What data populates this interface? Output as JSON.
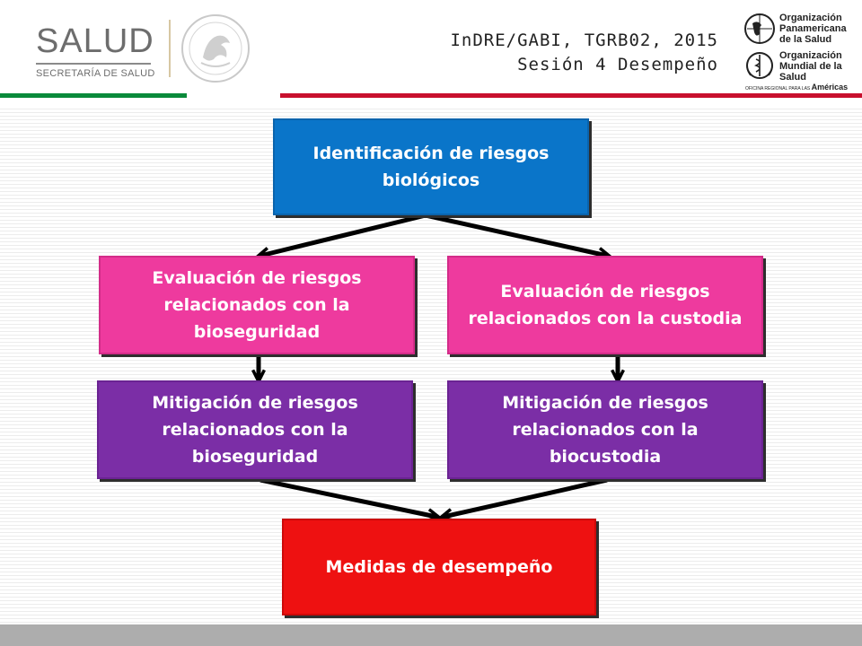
{
  "header": {
    "salud_word": "SALUD",
    "salud_sub": "SECRETARÍA DE SALUD",
    "line1": "InDRE/GABI, TGRB02, 2015",
    "line2": "Sesión 4 Desempeño",
    "ops_name": "Organización Panamericana de la Salud",
    "oms_name": "Organización Mundial de la Salud",
    "oms_regional": "OFICINA REGIONAL PARA LAS",
    "oms_americas": "Américas"
  },
  "diagram": {
    "root": "Identificación de riesgos biológicos",
    "eval_bio": "Evaluación de riesgos relacionados con la bioseguridad",
    "eval_custodia": "Evaluación de riesgos relacionados con la custodia",
    "mit_bio": "Mitigación de riesgos relacionados con la bioseguridad",
    "mit_custodia": "Mitigación de riesgos relacionados con la biocustodia",
    "medidas": "Medidas de desempeño"
  },
  "colors": {
    "blue": "#0a75c9",
    "pink": "#ee3a9e",
    "purple": "#7b2ea6",
    "red": "#ee1111",
    "green_rule": "#0a8a3a",
    "red_rule": "#c8102e"
  }
}
